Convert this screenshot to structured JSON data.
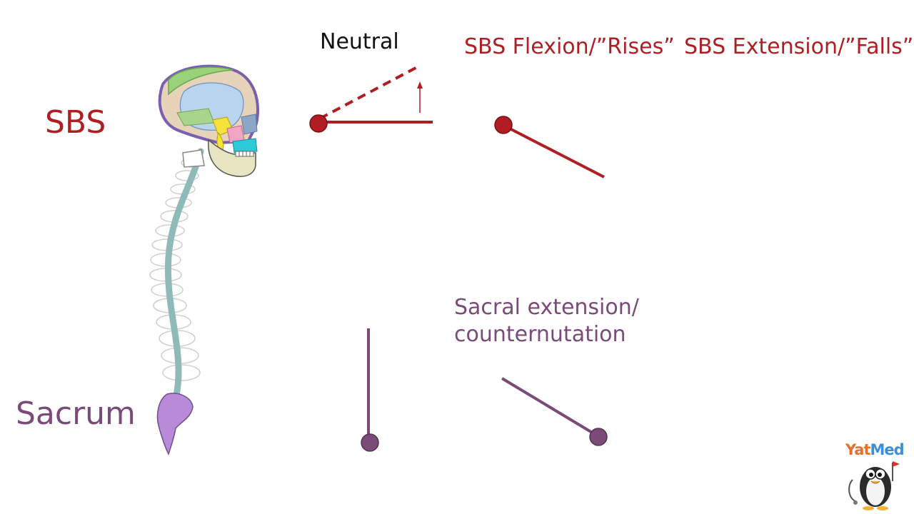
{
  "labels": {
    "sbs": "SBS",
    "sacrum": "Sacrum",
    "neutral": "Neutral",
    "sbs_flexion": "SBS Flexion/”Rises”",
    "sbs_extension": "SBS Extension/”Falls”",
    "sacral_line1": "Sacral extension/",
    "sacral_line2": "counternutation"
  },
  "logo": {
    "part1": "Yat",
    "part2": "Med"
  },
  "colors": {
    "sbs_red": "#b01e23",
    "sacrum_purple": "#7a4a78",
    "neutral_text": "#111111",
    "spine_cord": "#8fbab8",
    "sacrum_bone": "#b98ad8"
  },
  "icons": {
    "skull_spine": "skull-spine-illustration-icon",
    "logo_mascot": "penguin-doctor-icon"
  }
}
